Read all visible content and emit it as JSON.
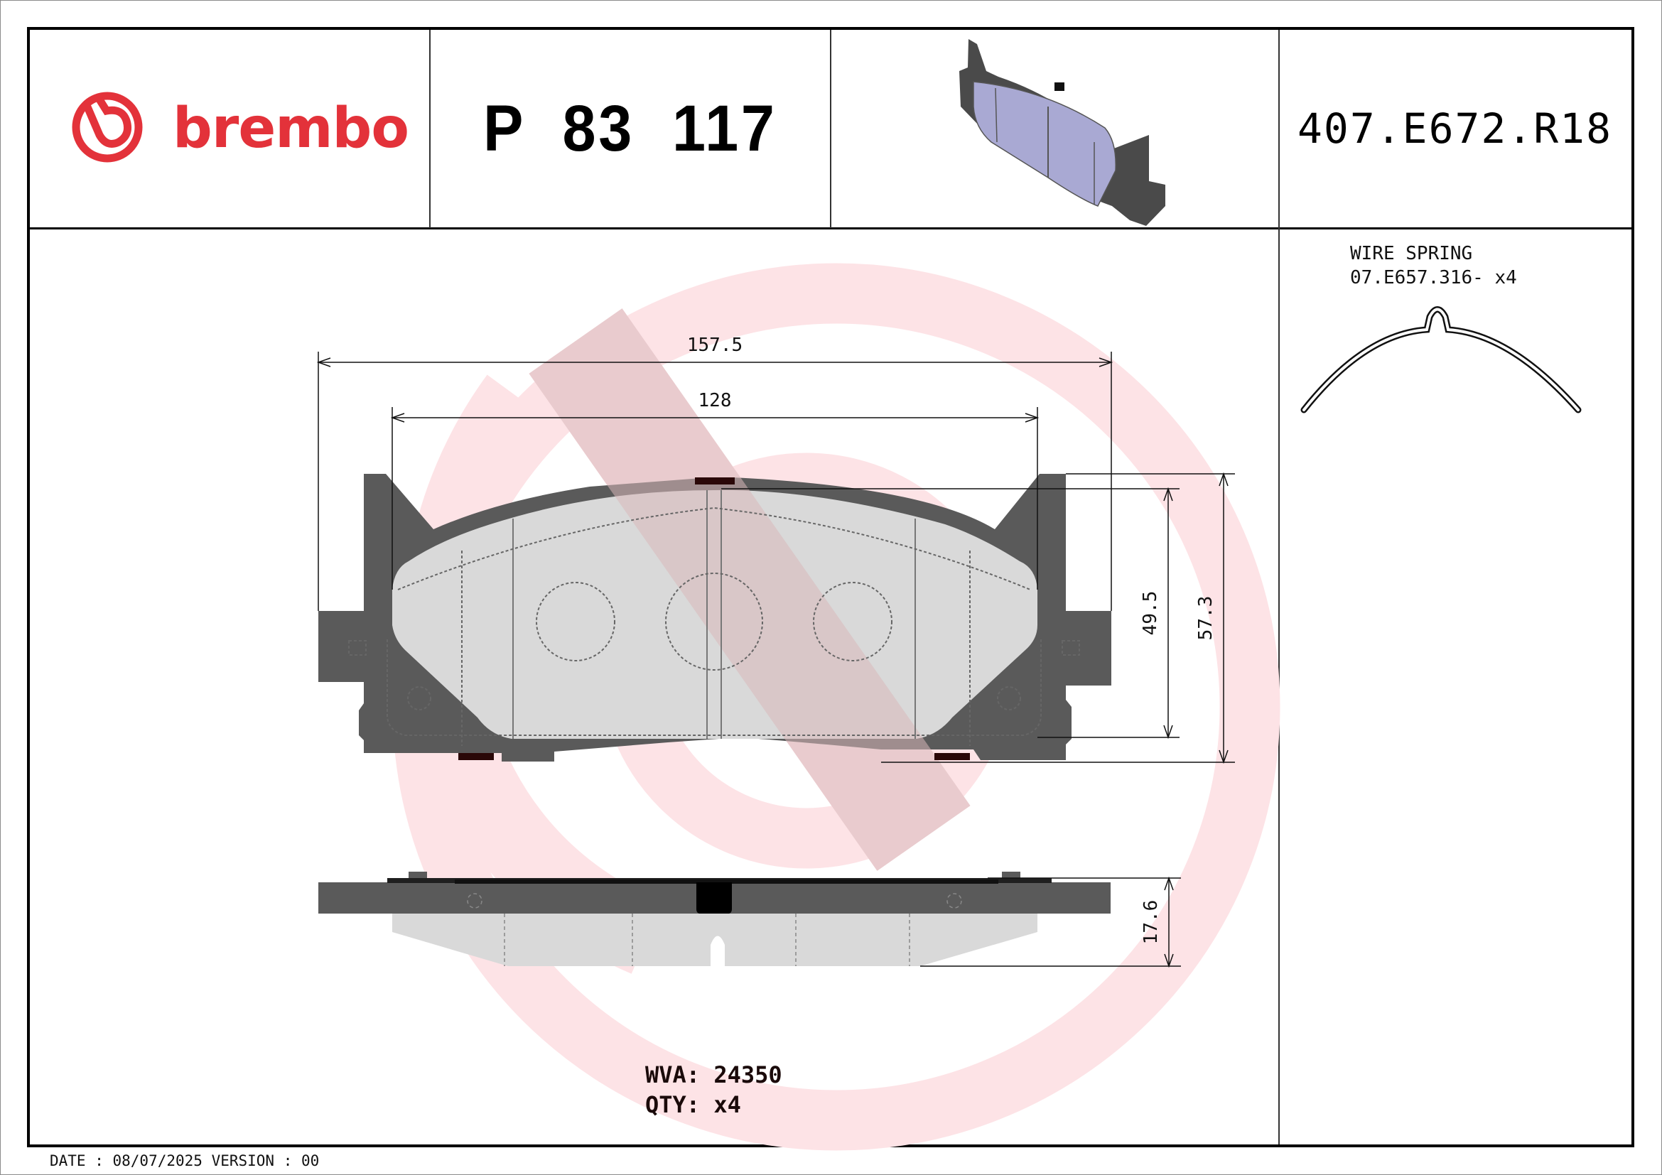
{
  "header": {
    "brand": "brembo",
    "part_number": "P 83 117",
    "reference_code": "407.E672.R18"
  },
  "accessory": {
    "name": "WIRE SPRING",
    "code_qty": "07.E657.316- x4"
  },
  "dimensions": {
    "overall_width": "157.5",
    "pad_width": "128",
    "pad_height": "49.5",
    "overall_height": "57.3",
    "thickness": "17.6"
  },
  "info": {
    "wva_line": "WVA: 24350",
    "qty_line": "QTY: x4"
  },
  "footer": {
    "date_version": "DATE : 08/07/2025 VERSION : 00"
  },
  "colors": {
    "brand_red": "#e3323a",
    "backing_plate": "#5a5a5a",
    "friction_material": "#d9d9d9",
    "watermark": "#fde3e6",
    "render_pad": "#a9a9d3"
  }
}
